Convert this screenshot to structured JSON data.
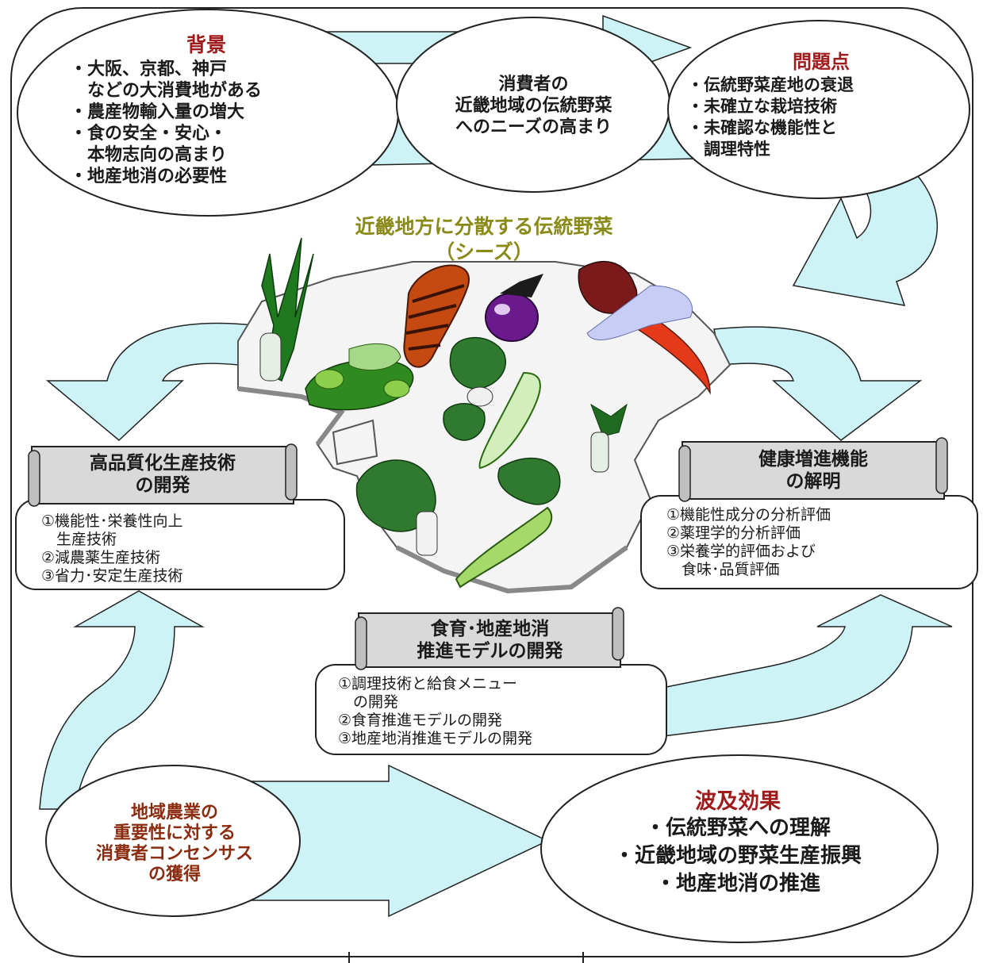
{
  "background": {
    "title": "背景",
    "items": [
      "・大阪、京都、神戸",
      "　などの大消費地がある",
      "・農産物輸入量の増大",
      "・食の安全・安心・",
      "　本物志向の高まり",
      "・地産地消の必要性"
    ]
  },
  "consumer_needs": {
    "lines": [
      "消費者の",
      "近畿地域の伝統野菜",
      "へのニーズの高まり"
    ]
  },
  "problems": {
    "title": "問題点",
    "items": [
      "・伝統野菜産地の衰退",
      "・未確立な栽培技術",
      "・未確認な機能性と",
      "　調理特性"
    ]
  },
  "center_title": {
    "line1": "近畿地方に分散する伝統野菜",
    "line2": "（シーズ）"
  },
  "left_module": {
    "title_lines": [
      "高品質化生産技術",
      "の開発"
    ],
    "items": [
      "①機能性･栄養性向上",
      "　生産技術",
      "②減農薬生産技術",
      "③省力･安定生産技術"
    ]
  },
  "right_module": {
    "title_lines": [
      "健康増進機能",
      "の解明"
    ],
    "items": [
      "①機能性成分の分析評価",
      "②薬理学的分析評価",
      "③栄養学的評価および",
      "　食味･品質評価"
    ]
  },
  "center_module": {
    "title_lines": [
      "食育･地産地消",
      "推進モデルの開発"
    ],
    "items": [
      "①調理技術と給食メニュー",
      "　の開発",
      "②食育推進モデルの開発",
      "③地産地消推進モデルの開発"
    ]
  },
  "consensus": {
    "lines": [
      "地域農業の",
      "重要性に対する",
      "消費者コンセンサス",
      "の獲得"
    ]
  },
  "ripple": {
    "title": "波及効果",
    "items": [
      "・伝統野菜への理解",
      "・近畿地域の野菜生産振興",
      "・地産地消の推進"
    ]
  },
  "colors": {
    "arrow_fill": "#cdf3f7",
    "title_red": "#a01c1c",
    "title_olive": "#8a8a18",
    "title_brown": "#8b2c10",
    "scroll_fill": "#d9d9d9"
  }
}
